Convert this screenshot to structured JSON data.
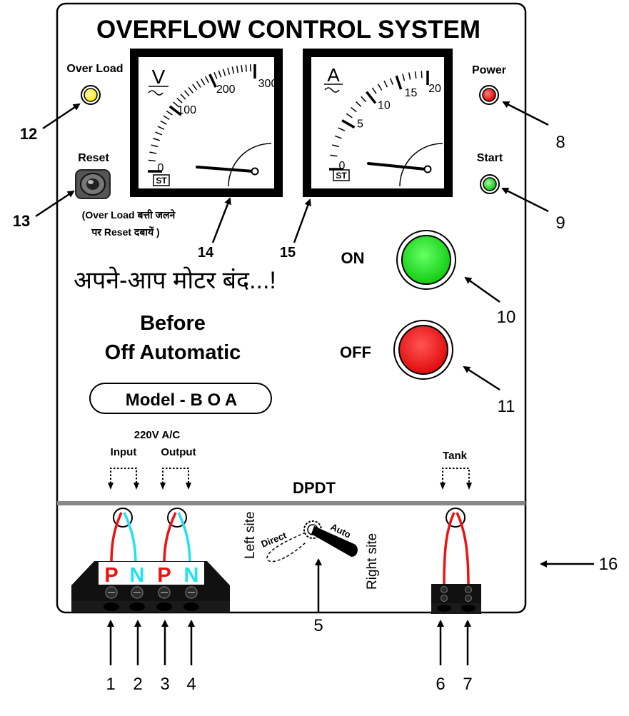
{
  "panel": {
    "title": "OVERFLOW CONTROL SYSTEM",
    "hindi_text": "अपने-आप मोटर बंद...!",
    "boa_line1": "Before",
    "boa_line2": "Off Automatic",
    "model": "Model - B O A"
  },
  "indicators": {
    "overload_label": "Over Load",
    "power_label": "Power",
    "start_label": "Start",
    "reset_label": "Reset",
    "reset_note_line1": "(Over Load बत्ती जलने",
    "reset_note_line2": "पर Reset दबायें )"
  },
  "buttons": {
    "on_label": "ON",
    "off_label": "OFF"
  },
  "voltmeter": {
    "unit_symbol": "V",
    "tick_labels": [
      "0",
      "100",
      "200",
      "300"
    ],
    "brand": "ST",
    "reading": 0
  },
  "ammeter": {
    "unit_symbol": "A",
    "tick_labels": [
      "0",
      "5",
      "10",
      "15",
      "20"
    ],
    "brand": "ST",
    "reading": 0
  },
  "connections": {
    "supply_label": "220V A/C",
    "input_label": "Input",
    "output_label": "Output",
    "tank_label": "Tank",
    "dpdt_label": "DPDT",
    "terminal_letters": [
      "P",
      "N",
      "P",
      "N"
    ],
    "switch_left": "Left site",
    "switch_right": "Right site",
    "switch_direct": "Direct",
    "switch_auto": "Auto"
  },
  "callouts": {
    "n1": "1",
    "n2": "2",
    "n3": "3",
    "n4": "4",
    "n5": "5",
    "n6": "6",
    "n7": "7",
    "n8": "8",
    "n9": "9",
    "n10": "10",
    "n11": "11",
    "n12": "12",
    "n13": "13",
    "n14": "14",
    "n15": "15",
    "n16": "16"
  },
  "colors": {
    "overload_lamp": "#ffee00",
    "power_lamp": "#ee1111",
    "start_lamp": "#22cc22",
    "on_button": "#22dd22",
    "off_button": "#ee1111",
    "phase_wire": "#ee1111",
    "neutral_wire": "#22e0f0",
    "terminal_block": "#111111"
  }
}
